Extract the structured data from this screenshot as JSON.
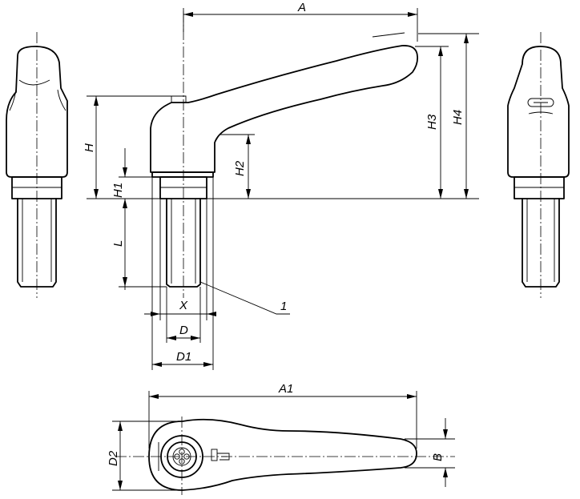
{
  "dimensions": {
    "A": "A",
    "A1": "A1",
    "B": "B",
    "D": "D",
    "D1": "D1",
    "D2": "D2",
    "H": "H",
    "H1": "H1",
    "H2": "H2",
    "H3": "H3",
    "H4": "H4",
    "L": "L",
    "X": "X"
  },
  "callout": "1"
}
